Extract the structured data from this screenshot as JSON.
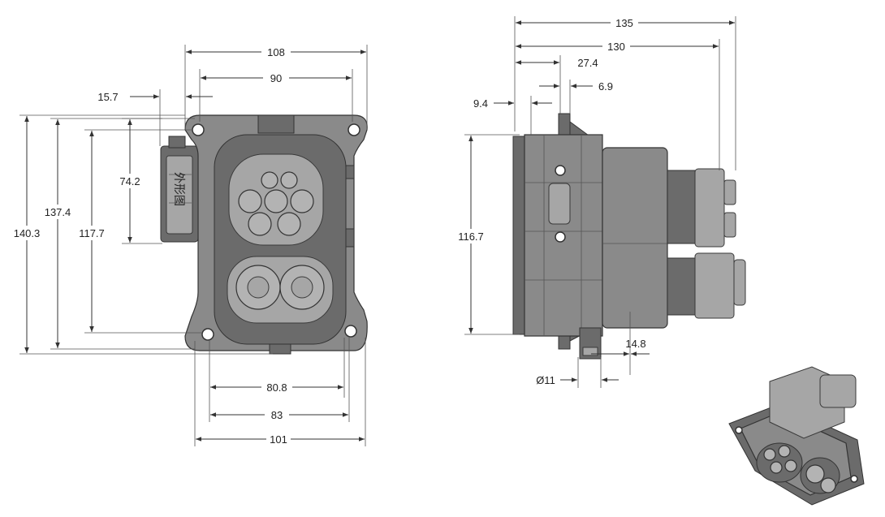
{
  "front_view": {
    "width_dims": [
      "108",
      "90",
      "15.7"
    ],
    "height_dims": [
      "140.3",
      "137.4",
      "117.7",
      "74.2"
    ],
    "bottom_dims": [
      "80.8",
      "83",
      "101"
    ],
    "side_label": "外形图"
  },
  "side_view": {
    "depth_dims": [
      "135",
      "130",
      "27.4",
      "6.9",
      "9.4"
    ],
    "height_dim": "116.7",
    "bottom_dims": [
      "14.8",
      "Ø11"
    ]
  },
  "colors": {
    "body": "#8a8a8a",
    "dark": "#6b6b6b",
    "light": "#a6a6a6",
    "line": "#333333"
  }
}
